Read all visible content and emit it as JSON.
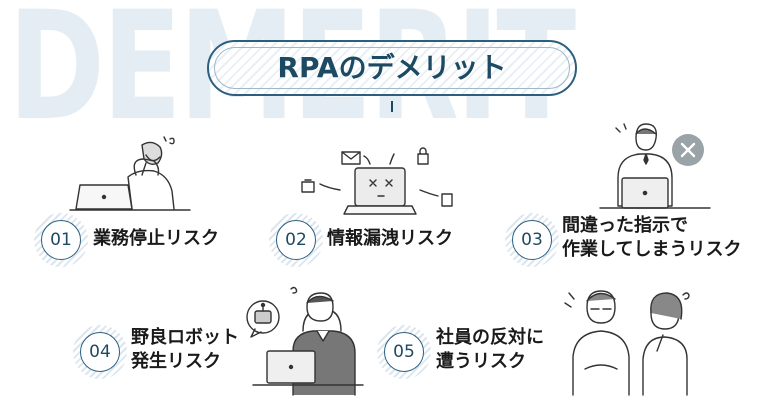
{
  "background_word": "DEMERIT",
  "title": "RPAのデメリット",
  "items": [
    {
      "num": "01",
      "line1": "業務停止リスク",
      "line2": ""
    },
    {
      "num": "02",
      "line1": "情報漏洩リスク",
      "line2": ""
    },
    {
      "num": "03",
      "line1": "間違った指示で",
      "line2": "作業してしまうリスク"
    },
    {
      "num": "04",
      "line1": "野良ロボット",
      "line2": "発生リスク"
    },
    {
      "num": "05",
      "line1": "社員の反対に",
      "line2": "遭うリスク"
    }
  ],
  "colors": {
    "accent": "#1d4a63",
    "background_word": "#e4edf3",
    "stripe": "#e9f0f5"
  }
}
